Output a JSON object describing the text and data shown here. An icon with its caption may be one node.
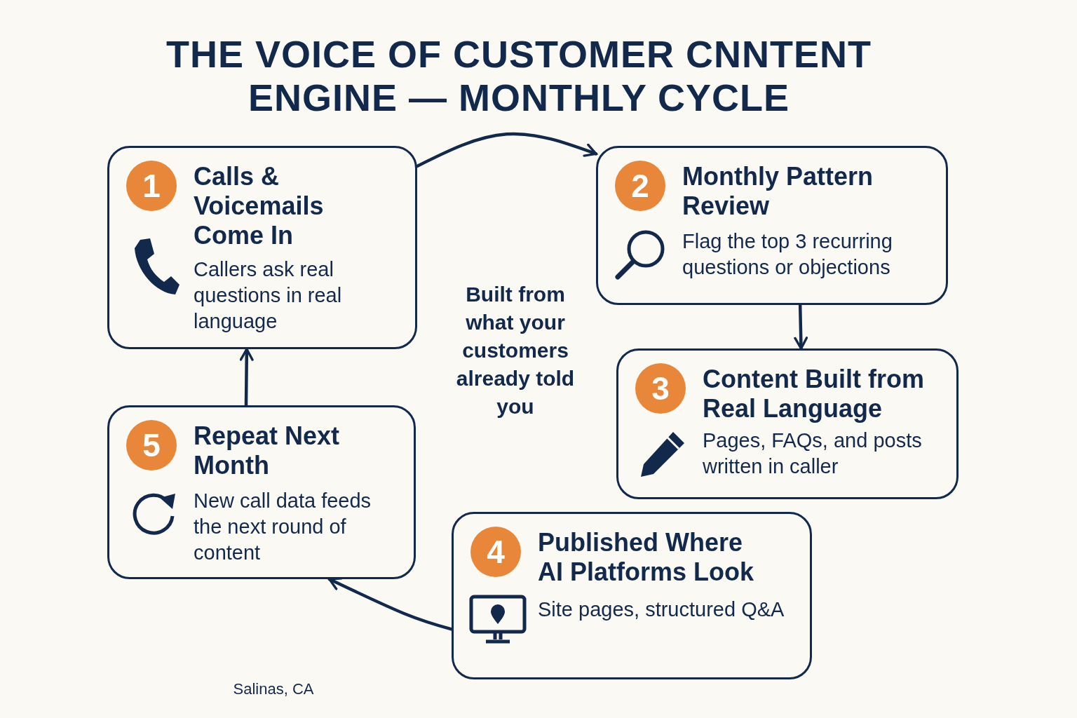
{
  "diagram": {
    "title": "THE VOICE OF CUSTOMER CNNTENT ENGINE — MONTHLY CYCLE",
    "nodes": [
      {
        "text": [
          "1",
          "Calls & Voicemails Come In",
          "Callers ask real questions in real language"
        ]
      },
      {
        "text": [
          "2",
          "Monthly Pattern Review",
          "Flag the top 3 recurring questions or objections"
        ]
      },
      {
        "text": [
          "3",
          "Content Built from Real Language",
          "Pages, FAQs, and posts written in caller"
        ]
      },
      {
        "text": [
          "4",
          "Published Where AI Platforms Look",
          "Site pages, structured Q&A"
        ]
      },
      {
        "text": [
          "5",
          "Repeat Next Month",
          "New call data feeds the next round of content"
        ]
      }
    ],
    "edges": [
      {
        "from": 0,
        "to": 1,
        "arrow": "to"
      },
      {
        "from": 1,
        "to": 2,
        "arrow": "to"
      },
      {
        "from": 3,
        "to": 4,
        "arrow": "to"
      },
      {
        "from": 4,
        "to": 0,
        "arrow": "to"
      }
    ],
    "labels": [
      "Built from what your customers already told you",
      "Salinas, CA"
    ]
  }
}
